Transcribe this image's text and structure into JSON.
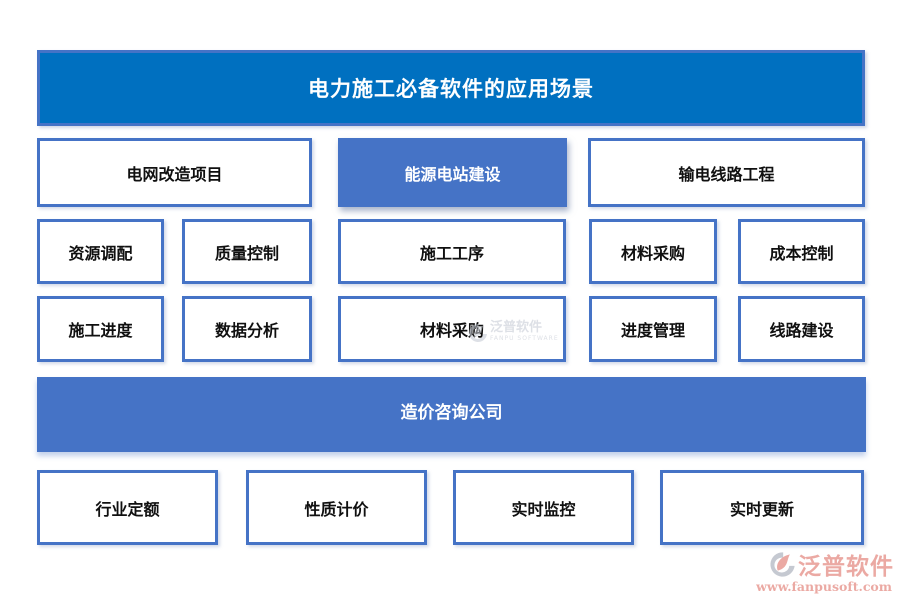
{
  "colors": {
    "header_blue": "#0070C0",
    "accent_blue": "#4573C6",
    "box_text": "#101010",
    "logo_salmon": "#E89B93",
    "watermark_gray": "#C3C8D2"
  },
  "header": {
    "title": "电力施工必备软件的应用场景"
  },
  "scenarios": [
    {
      "label": "电网改造项目"
    },
    {
      "label": "能源电站建设"
    },
    {
      "label": "输电线路工程"
    }
  ],
  "features_row1": [
    "资源调配",
    "质量控制",
    "施工工序",
    "材料采购",
    "成本控制"
  ],
  "features_row2": [
    "施工进度",
    "数据分析",
    "材料采购",
    "进度管理",
    "线路建设"
  ],
  "company_bar": {
    "label": "造价咨询公司"
  },
  "bottom_row": [
    "行业定额",
    "性质计价",
    "实时监控",
    "实时更新"
  ],
  "watermark": {
    "name": "泛普软件",
    "subtitle": "FANPU SOFTWARE"
  },
  "brand": {
    "name": "泛普软件",
    "url": "www.fanpusoft.com"
  }
}
